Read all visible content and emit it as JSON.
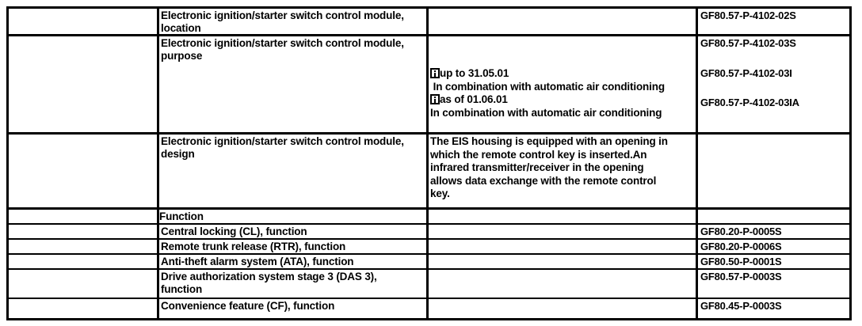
{
  "document": {
    "type": "technical-reference-table",
    "columns": [
      "",
      "component-or-function",
      "description",
      "document-number"
    ]
  },
  "rows": [
    {
      "id": "row-location",
      "col1": "",
      "col2": "Electronic ignition/starter switch control module,\nlocation",
      "col3_lines": [],
      "col4_lines": [
        "GF80.57-P-4102-02S"
      ]
    },
    {
      "id": "row-purpose",
      "col1": "",
      "col2": "Electronic ignition/starter switch control module,\npurpose",
      "col3_lines": [
        {
          "icon": "info-icon",
          "text": "up to 31.05.01"
        },
        {
          "icon": null,
          "text": " In combination with automatic air conditioning"
        },
        {
          "icon": "info-icon",
          "text": "as of 01.06.01"
        },
        {
          "icon": null,
          "text": "In combination with automatic air conditioning"
        }
      ],
      "col4_lines": [
        "GF80.57-P-4102-03S",
        "GF80.57-P-4102-03I",
        "GF80.57-P-4102-03IA"
      ]
    },
    {
      "id": "row-design",
      "col1": "",
      "col2": "Electronic ignition/starter switch control module,\ndesign",
      "col3_lines": [
        {
          "icon": null,
          "text": "The EIS housing is equipped with an opening in"
        },
        {
          "icon": null,
          "text": "which the remote control key is inserted.An"
        },
        {
          "icon": null,
          "text": "infrared transmitter/receiver in the opening"
        },
        {
          "icon": null,
          "text": "allows data exchange with the remote control"
        },
        {
          "icon": null,
          "text": "key."
        }
      ],
      "col4_lines": []
    },
    {
      "id": "row-function-header",
      "col1": "",
      "col2": "Function",
      "col3_lines": [],
      "col4_lines": []
    },
    {
      "id": "row-central-locking",
      "col1": "",
      "col2": "Central locking (CL), function",
      "col3_lines": [],
      "col4_lines": [
        "GF80.20-P-0005S"
      ]
    },
    {
      "id": "row-remote-trunk-release",
      "col1": "",
      "col2": "Remote trunk release (RTR), function",
      "col3_lines": [],
      "col4_lines": [
        "GF80.20-P-0006S"
      ]
    },
    {
      "id": "row-anti-theft-alarm",
      "col1": "",
      "col2": "Anti-theft alarm system (ATA), function",
      "col3_lines": [],
      "col4_lines": [
        "GF80.50-P-0001S"
      ]
    },
    {
      "id": "row-drive-authorization",
      "col1": "",
      "col2": "Drive authorization system stage 3 (DAS 3),\nfunction",
      "col3_lines": [],
      "col4_lines": [
        "GF80.57-P-0003S"
      ]
    },
    {
      "id": "row-convenience-feature",
      "col1": "",
      "col2": "Convenience feature (CF), function",
      "col3_lines": [],
      "col4_lines": [
        "GF80.45-P-0003S"
      ]
    }
  ],
  "colors": {
    "border": "#000000",
    "background": "#ffffff",
    "text": "#000000"
  }
}
